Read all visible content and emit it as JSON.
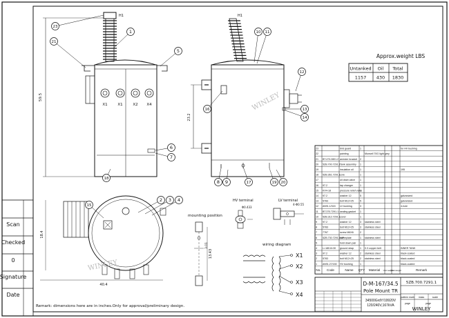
{
  "weight_table": {
    "title": "Approx.weight LBS",
    "headers": [
      "Untanked",
      "Oil",
      "Total"
    ],
    "values": [
      "1157",
      "430",
      "1830"
    ]
  },
  "bom": [
    {
      "no": "23",
      "code": "",
      "name": "bird guard",
      "qty": "1",
      "material": "",
      "remark": "for HV bushing"
    },
    {
      "no": "22",
      "code": "",
      "name": "painting",
      "qty": "",
      "material": "Munsell 70G light grey",
      "remark": ""
    },
    {
      "no": "21",
      "code": "BT.473.2801.2",
      "name": "arrester bracket",
      "qty": "2",
      "material": "",
      "remark": ""
    },
    {
      "no": "20",
      "code": "5ZB.700.7291.1",
      "name": "Tank assembly",
      "qty": "1",
      "material": "",
      "remark": ""
    },
    {
      "no": "19",
      "code": "",
      "name": "insulation oil",
      "qty": "1",
      "material": "",
      "remark": "195"
    },
    {
      "no": "18",
      "code": "5ZB.361.7291.1",
      "name": "core",
      "qty": "1",
      "material": "",
      "remark": ""
    },
    {
      "no": "17",
      "code": "",
      "name": "oil drain valve",
      "qty": "1",
      "material": "",
      "remark": ""
    },
    {
      "no": "16",
      "code": "97.2",
      "name": "tap changer",
      "qty": "1",
      "material": "",
      "remark": ""
    },
    {
      "no": "15",
      "code": "KX4-18",
      "name": "pressure relief valve",
      "qty": "1",
      "material": "",
      "remark": ""
    },
    {
      "no": "14",
      "code": "97.2",
      "name": "washer 12",
      "qty": "5",
      "material": "",
      "remark": "galvanized"
    },
    {
      "no": "13",
      "code": "5783",
      "name": "bolt M12×25",
      "qty": "5",
      "material": "",
      "remark": "galvanized"
    },
    {
      "no": "12",
      "code": "ANSI-1/315",
      "name": "LV bushing",
      "qty": "3",
      "material": "",
      "remark": "4-hole"
    },
    {
      "no": "11",
      "code": "BT.370.7291.1",
      "name": "sealing gasket",
      "qty": "1",
      "material": "",
      "remark": ""
    },
    {
      "no": "10",
      "code": "5ZB.312.7291.1",
      "name": "cover",
      "qty": "1",
      "material": "",
      "remark": ""
    },
    {
      "no": "9",
      "code": "97.2",
      "name": "washer 12",
      "qty": "3",
      "material": "stainless steel",
      "remark": ""
    },
    {
      "no": "8",
      "code": "5783",
      "name": "bolt M12×25",
      "qty": "3",
      "material": "stainless steel",
      "remark": ""
    },
    {
      "no": "7",
      "code": "7767",
      "name": "screw M6X6",
      "qty": "2",
      "material": "",
      "remark": ""
    },
    {
      "no": "6",
      "code": "5ZB.730.7291.1MP",
      "name": "nameplate",
      "qty": "1",
      "material": "stainless steel",
      "remark": ""
    },
    {
      "no": "5",
      "code": "",
      "name": "hold down pair",
      "qty": "1",
      "material": "",
      "remark": ""
    },
    {
      "no": "4",
      "code": "L=180.8×30",
      "name": "ground strap",
      "qty": "1",
      "material": "0.3 copper belt",
      "remark": "INNER TANK"
    },
    {
      "no": "3",
      "code": "97.2",
      "name": "washer 12",
      "qty": "2",
      "material": "stainless steel",
      "remark": "black-coated"
    },
    {
      "no": "2",
      "code": "5783",
      "name": "bolt M12×25",
      "qty": "2",
      "material": "stainless steel",
      "remark": "black-coated"
    },
    {
      "no": "1",
      "code": "ANSI-27/150",
      "name": "HV bushing",
      "qty": "1",
      "material": "",
      "remark": "black-coated"
    }
  ],
  "bom_header": {
    "no": "No.",
    "code": "Code",
    "name": "Name",
    "qty": "QTY",
    "material": "Material",
    "unit_weight": "Unit weight",
    "total_weight": "Total weight",
    "remark": "Remark"
  },
  "title_block": {
    "model": "D-M-167/34.5",
    "type": "Pole Mount TR",
    "code": "5ZB.700.7291.1",
    "spec1": "34500GrdY/19920V",
    "spec2": "120/240V,167kVA",
    "company": "WINLEY",
    "cells": [
      "pattern mark",
      "mass",
      "scale"
    ],
    "sheet_labels": [
      "page",
      "page"
    ]
  },
  "side_panel": [
    "Scan",
    "Checked",
    "0",
    "Signature",
    "Date"
  ],
  "remark": "Remark: dimensions here are in inches.Only for approval/preliminary design.",
  "views": {
    "mounting_title": "mounting position",
    "hv_terminal": "HV terminal",
    "lv_terminal": "LV terminal",
    "wiring_title": "wiring diagram",
    "wiring_labels": [
      "X1",
      "X2",
      "X3",
      "X4"
    ],
    "bushing_labels": [
      "X1",
      "X1",
      "X2",
      "X4"
    ],
    "h1": "H1",
    "dims": {
      "height": "59.5",
      "width": "40.4",
      "side_h": "23.2",
      "mount": "13.43",
      "mount_w": "3.01",
      "plan_w": "18.4",
      "hv_dim": "Φ0.433",
      "lv_dim": "4-Φ0.55"
    }
  },
  "balloons": [
    "1",
    "2",
    "3",
    "4",
    "5",
    "6",
    "7",
    "8",
    "9",
    "10",
    "11",
    "12",
    "13",
    "14",
    "15",
    "16",
    "17",
    "18",
    "19",
    "20",
    "21",
    "23"
  ],
  "watermark": "WINLEY"
}
